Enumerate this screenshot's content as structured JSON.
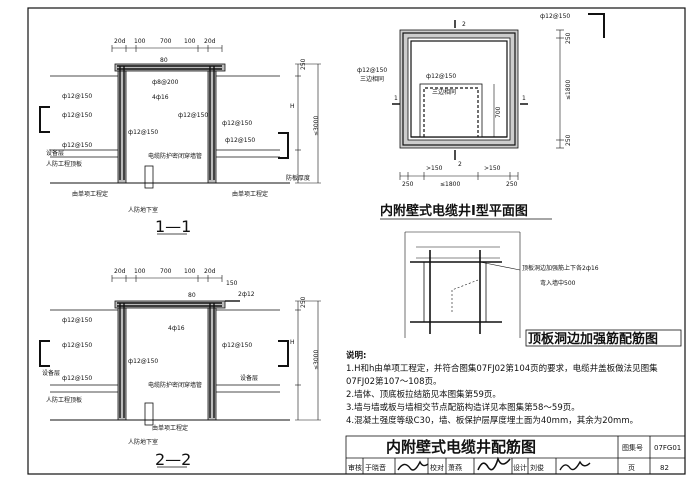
{
  "sheet_title": "内附壁式电缆井配筋图",
  "title_block": {
    "atlas_label": "图集号",
    "atlas_no": "07FG01",
    "page_label": "页",
    "page_no": "82",
    "review_label": "审核",
    "review_name": "于晓音",
    "check_label": "校对",
    "check_name": "萧燕",
    "design_label": "设计",
    "design_name": "刘俊"
  },
  "plan": {
    "title": "内附壁式电缆井Ⅰ型平面图",
    "bar_top": "ф12@150",
    "bar_left": "ф12@150",
    "bar_left_note": "三边相同",
    "bar_inner": "ф12@150",
    "bar_inner_note": "三边相同",
    "dim_le1800_h": "≤1800",
    "dim_le1800_v": "≤1800",
    "dim_250": "250",
    "dim_150": ">150",
    "dim_700": "700",
    "cut_mark_1": "1",
    "cut_mark_2": "2"
  },
  "opening": {
    "title": "顶板洞边加强筋配筋图",
    "note_line1": "顶板洞边加强筋上下各2ф16",
    "note_line2": "弯入墙中500"
  },
  "section_1": {
    "title": "1—1",
    "dims_top": [
      "20d",
      "100",
      "700",
      "100",
      "20d"
    ],
    "bar_labels": [
      "ф12@150",
      "ф8@200",
      "ф12@150",
      "ф12@150",
      "ф12@150",
      "ф12@150",
      "ф12@150",
      "ф12@150"
    ],
    "bar_4_16": "4ф16",
    "label_80": "80",
    "label_cable": "电缆防护密闭穿墙管",
    "label_equip": "设备层",
    "label_floor": "人防工程顶板",
    "label_elev": "由单项工程定",
    "label_elev_right": "由单项工程定",
    "label_basement": "人防地下室",
    "dim_H": "H",
    "dim_3000": "≤3000",
    "dim_250": "250",
    "label_side": "防板厚度"
  },
  "section_2": {
    "title": "2—2",
    "dims_top": [
      "20d",
      "100",
      "700",
      "100",
      "20d"
    ],
    "dim_150": "150",
    "bar_2_12": "2ф12",
    "bar_labels": [
      "ф12@150",
      "ф12@150",
      "ф12@150",
      "ф12@150",
      "ф12@150"
    ],
    "bar_4_16": "4ф16",
    "label_80": "80",
    "label_cable": "电缆防护密闭穿墙管",
    "label_equip_left": "设备层",
    "label_equip_right": "设备层",
    "label_floor": "人防工程顶板",
    "label_elev": "由单项工程定",
    "label_basement": "人防地下室",
    "dim_H": "H",
    "dim_3000": "≤3000",
    "dim_250": "250"
  },
  "notes": {
    "heading": "说明:",
    "lines": [
      "1.H和h由单项工程定，并符合图集07FJ02第104页的要求，电缆井盖板做法见图集",
      "  07FJ02第107～108页。",
      "2.墙体、顶底板拉结筋见本图集第59页。",
      "3.墙与墙或板与墙相交节点配筋构造详见本图集第58～59页。",
      "4.混凝土强度等级C30，墙、板保护层厚度埋土面为40mm，其余为20mm。"
    ]
  }
}
